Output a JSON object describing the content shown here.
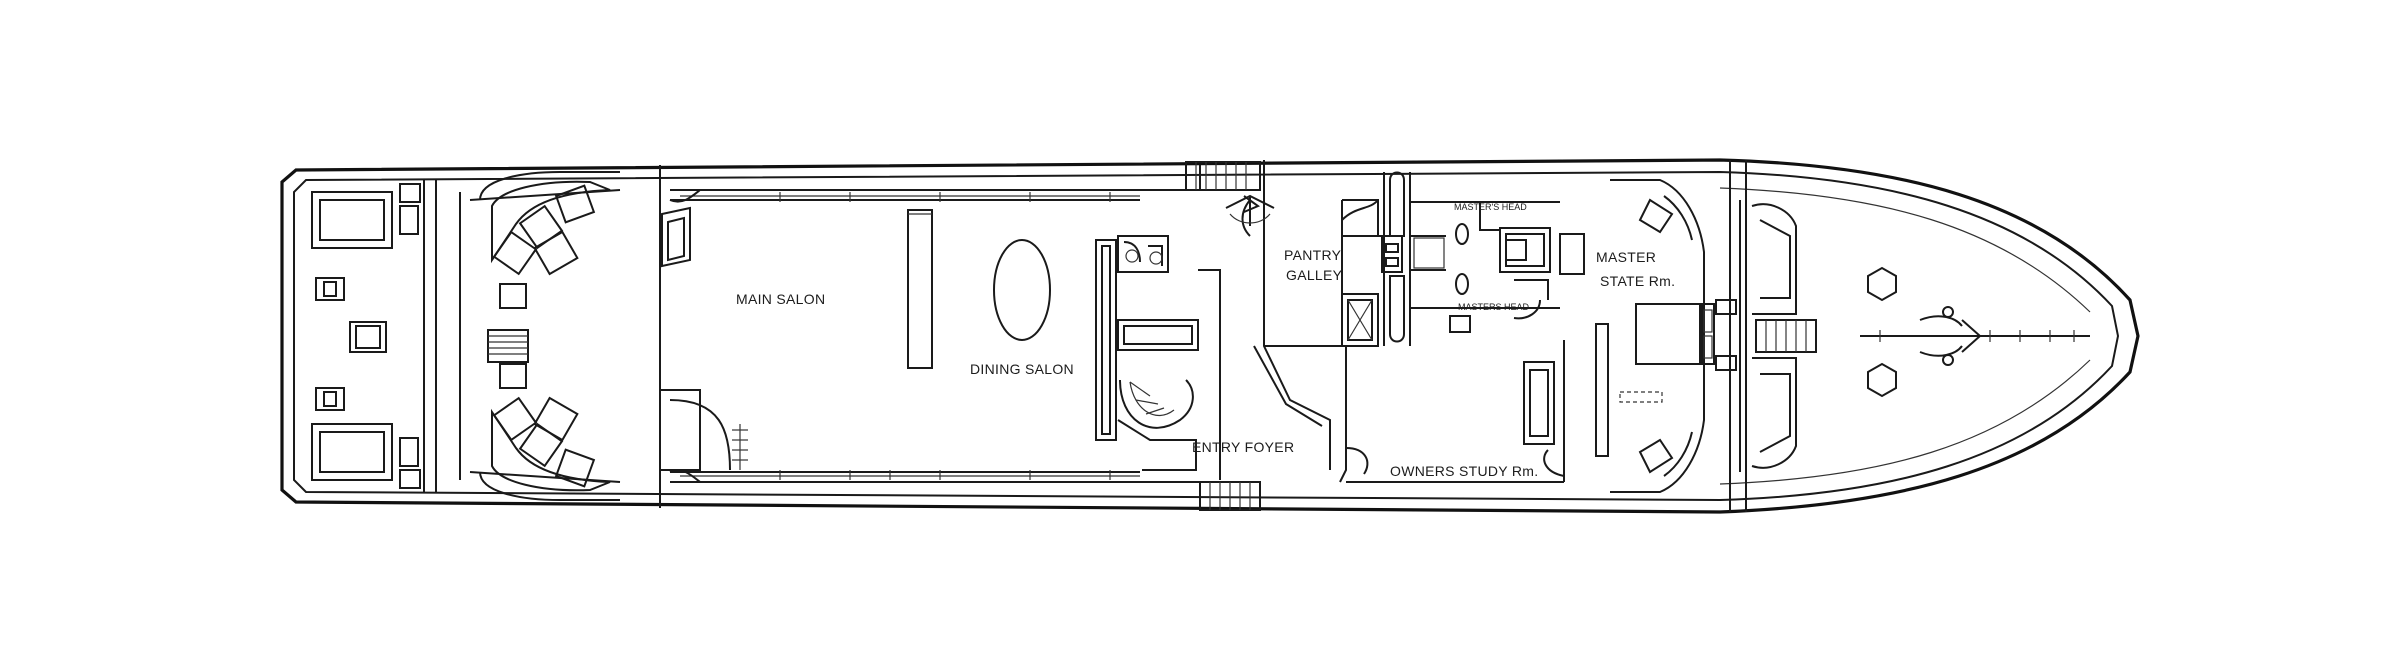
{
  "rooms": {
    "main_salon": "MAIN  SALON",
    "dining_salon": "DINING SALON",
    "entry_foyer": "ENTRY FOYER",
    "pantry_line1": "PANTRY",
    "galley": "GALLEY",
    "owners_study": "OWNERS STUDY Rm.",
    "masters_head_upper": "MASTER'S HEAD",
    "masters_head_lower": "MASTERS HEAD",
    "master_line1": "MASTER",
    "master_line2": "STATE Rm."
  },
  "colors": {
    "line": "#1a1a1a",
    "background": "#ffffff"
  }
}
